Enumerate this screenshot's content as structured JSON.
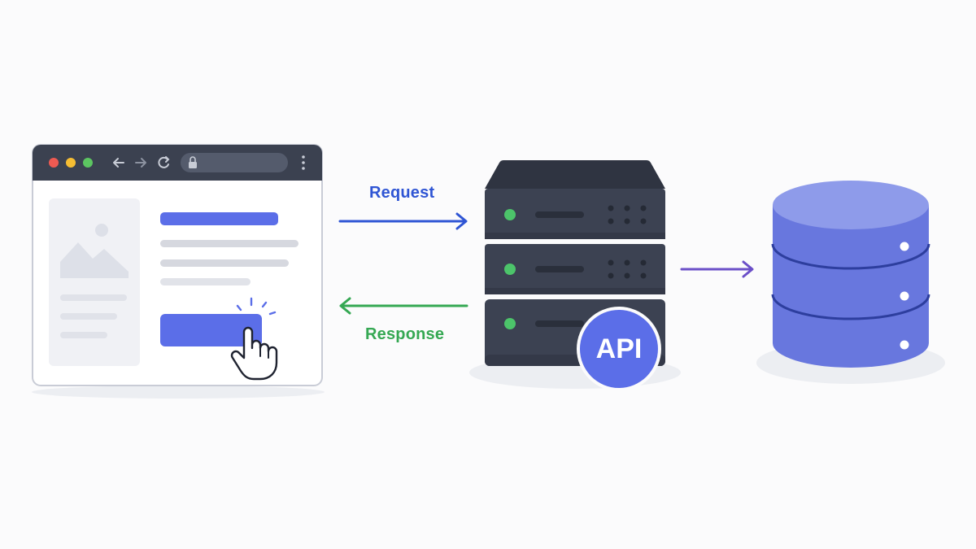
{
  "diagram": {
    "request_label": "Request",
    "response_label": "Response",
    "api_badge_text": "API"
  },
  "colors": {
    "background": "#fbfbfc",
    "browser_bar": "#3b4150",
    "browser_frame_border": "#c9ccd6",
    "accent_blue": "#5b6ee8",
    "request_arrow": "#2f55d4",
    "response_arrow": "#35a853",
    "db_arrow": "#6b4fc8",
    "server_body": "#3c4252",
    "server_top": "#2f3441",
    "status_led": "#4cc46a",
    "db_top": "#8e9bea",
    "db_body": "#6877de",
    "db_band": "#2d3e9e",
    "api_badge": "#5b6ee8"
  },
  "icons": {
    "window_controls": [
      "close-dot-icon",
      "minimize-dot-icon",
      "maximize-dot-icon"
    ],
    "nav": [
      "back-arrow-icon",
      "forward-arrow-icon",
      "reload-icon"
    ],
    "address_bar": "lock-icon",
    "menu": "kebab-menu-icon",
    "image": "image-placeholder-icon",
    "cursor": "hand-pointer-icon"
  }
}
